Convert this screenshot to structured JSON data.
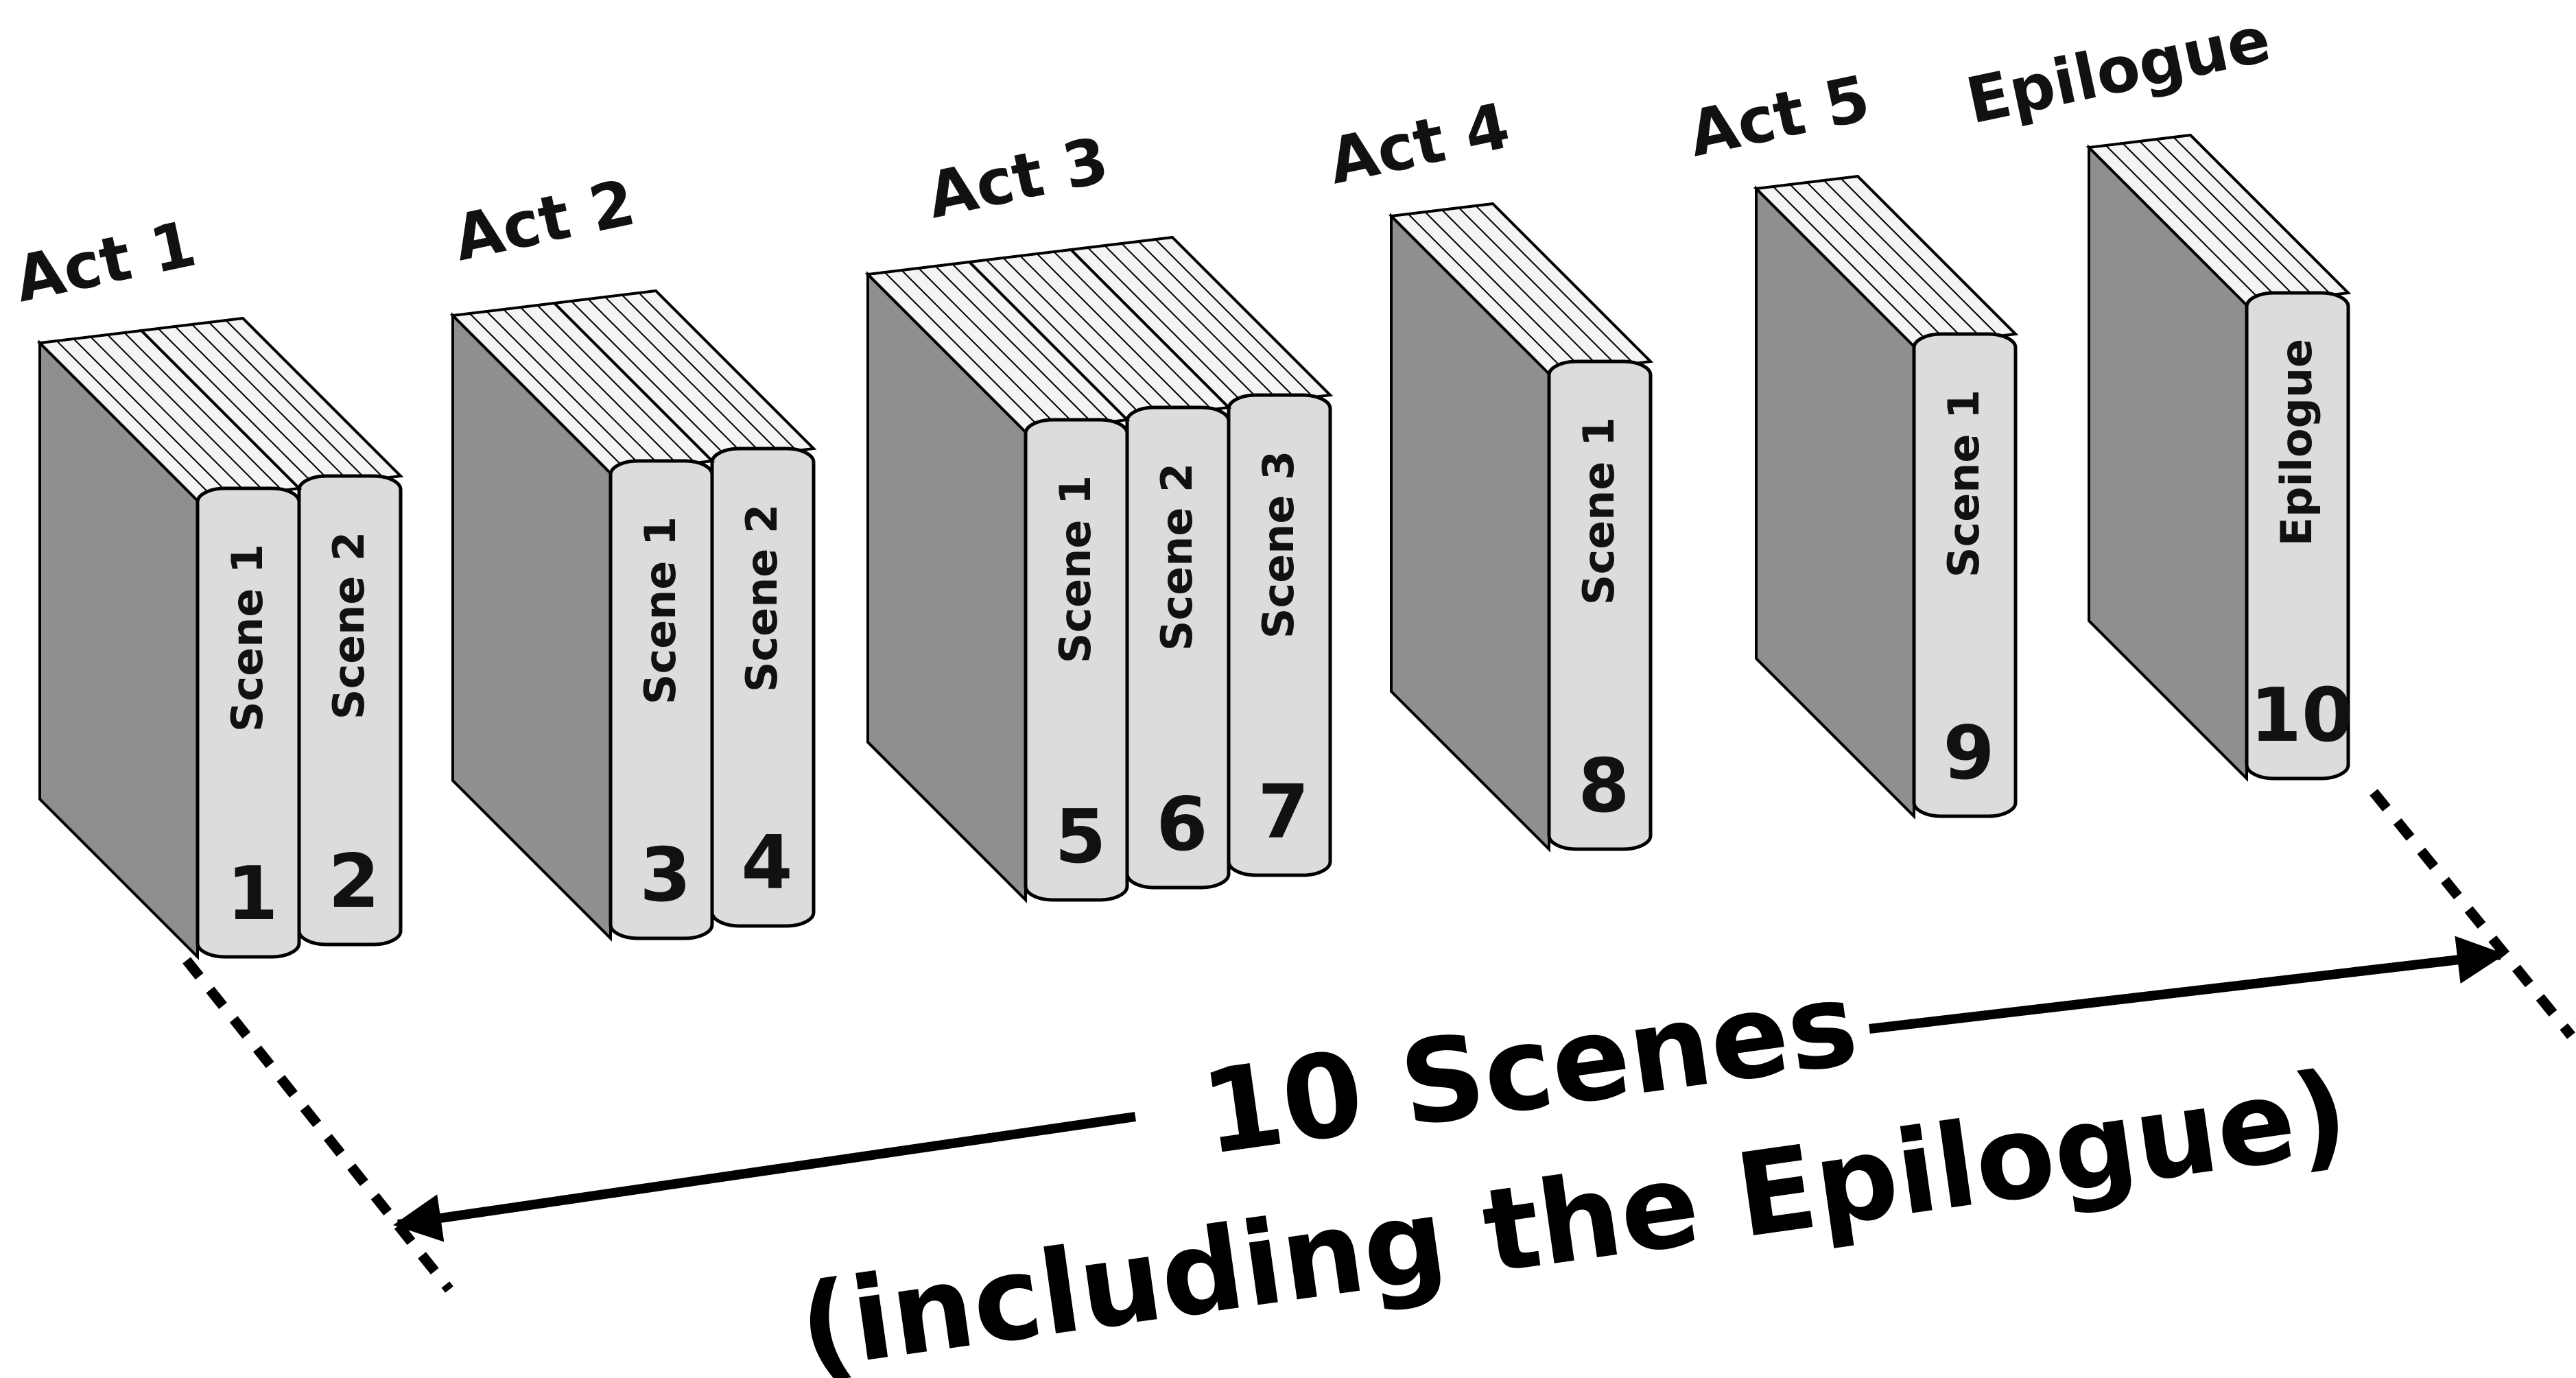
{
  "acts": [
    {
      "title": "Act 1",
      "scenes": [
        {
          "label": "Scene 1",
          "number": "1"
        },
        {
          "label": "Scene 2",
          "number": "2"
        }
      ]
    },
    {
      "title": "Act 2",
      "scenes": [
        {
          "label": "Scene 1",
          "number": "3"
        },
        {
          "label": "Scene 2",
          "number": "4"
        }
      ]
    },
    {
      "title": "Act 3",
      "scenes": [
        {
          "label": "Scene 1",
          "number": "5"
        },
        {
          "label": "Scene 2",
          "number": "6"
        },
        {
          "label": "Scene 3",
          "number": "7"
        }
      ]
    },
    {
      "title": "Act 4",
      "scenes": [
        {
          "label": "Scene 1",
          "number": "8"
        }
      ]
    },
    {
      "title": "Act 5",
      "scenes": [
        {
          "label": "Scene 1",
          "number": "9"
        }
      ]
    },
    {
      "title": "Epilogue",
      "scenes": [
        {
          "label": "Epilogue",
          "number": "10"
        }
      ]
    }
  ],
  "caption": {
    "line1": "10 Scenes",
    "line2": "(including the Epilogue)"
  },
  "colors": {
    "cover": "#8f8f8f",
    "spine": "#dcdcdc",
    "pages": "#f4f4f4",
    "ink": "#111111"
  }
}
